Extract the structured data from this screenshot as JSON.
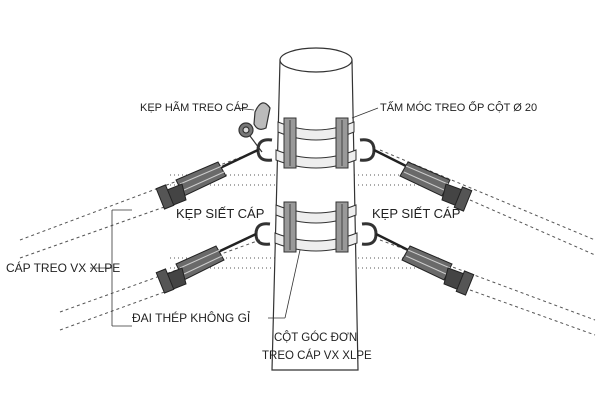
{
  "diagram": {
    "labels": {
      "clamp_top": "KẸP HÃM TREO CÁP",
      "hook_plate": "TẤM MÓC TREO ỐP CỘT Ø 20",
      "tension_clamp_left": "KẸP SIẾT CÁP",
      "tension_clamp_right": "KẸP SIẾT CÁP",
      "cable": "CÁP TREO VX XLPE",
      "steel_band": "ĐAI THÉP KHÔNG GỈ",
      "caption_line1": "CỘT GÓC ĐƠN",
      "caption_line2": "TREO CÁP VX XLPE"
    },
    "colors": {
      "line": "#333333",
      "band": "#555555",
      "clamp_body": "#6a6a6a",
      "background": "#ffffff"
    }
  }
}
